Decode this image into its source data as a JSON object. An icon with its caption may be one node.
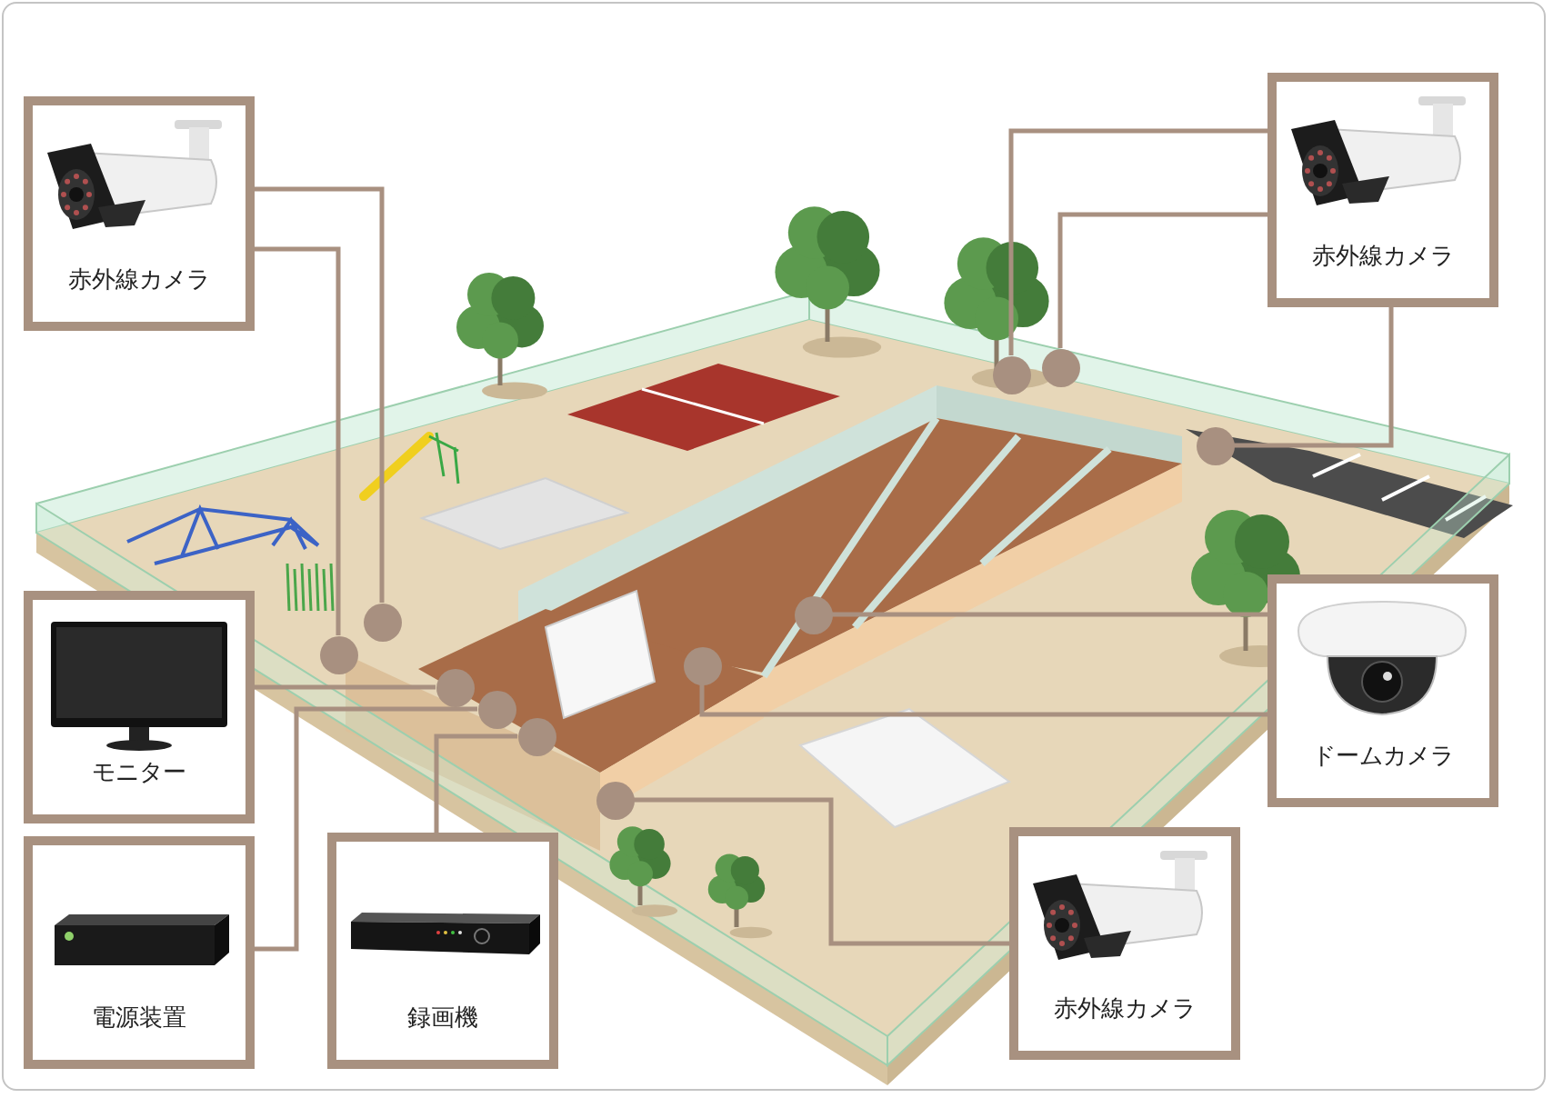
{
  "diagram": {
    "nodes": [
      {
        "text": [
          "赤外線カメラ"
        ]
      },
      {
        "text": [
          "赤外線カメラ"
        ]
      },
      {
        "text": [
          "モニター"
        ]
      },
      {
        "text": [
          "ドームカメラ"
        ]
      },
      {
        "text": [
          "電源装置"
        ]
      },
      {
        "text": [
          "録画機"
        ]
      },
      {
        "text": [
          "赤外線カメラ"
        ]
      },
      {
        "text": [],
        "shape": "circle"
      },
      {
        "text": [],
        "shape": "circle"
      },
      {
        "text": [],
        "shape": "circle"
      },
      {
        "text": [],
        "shape": "circle"
      },
      {
        "text": [],
        "shape": "circle"
      },
      {
        "text": [],
        "shape": "circle"
      },
      {
        "text": [],
        "shape": "circle"
      },
      {
        "text": [],
        "shape": "circle"
      },
      {
        "text": [],
        "shape": "circle"
      },
      {
        "text": [],
        "shape": "circle"
      },
      {
        "text": [],
        "shape": "circle"
      }
    ],
    "edges": [
      {
        "from": 0,
        "to": 8,
        "arrow": "none"
      },
      {
        "from": 0,
        "to": 7,
        "arrow": "none"
      },
      {
        "from": 2,
        "to": 9,
        "arrow": "none"
      },
      {
        "from": 4,
        "to": 10,
        "arrow": "none"
      },
      {
        "from": 5,
        "to": 11,
        "arrow": "none"
      },
      {
        "from": 6,
        "to": 12,
        "arrow": "none"
      },
      {
        "from": 3,
        "to": 13,
        "arrow": "none"
      },
      {
        "from": 3,
        "to": 14,
        "arrow": "none"
      },
      {
        "from": 1,
        "to": 15,
        "arrow": "none"
      },
      {
        "from": 1,
        "to": 16,
        "arrow": "none"
      },
      {
        "from": 1,
        "to": 17,
        "arrow": "none"
      }
    ]
  }
}
